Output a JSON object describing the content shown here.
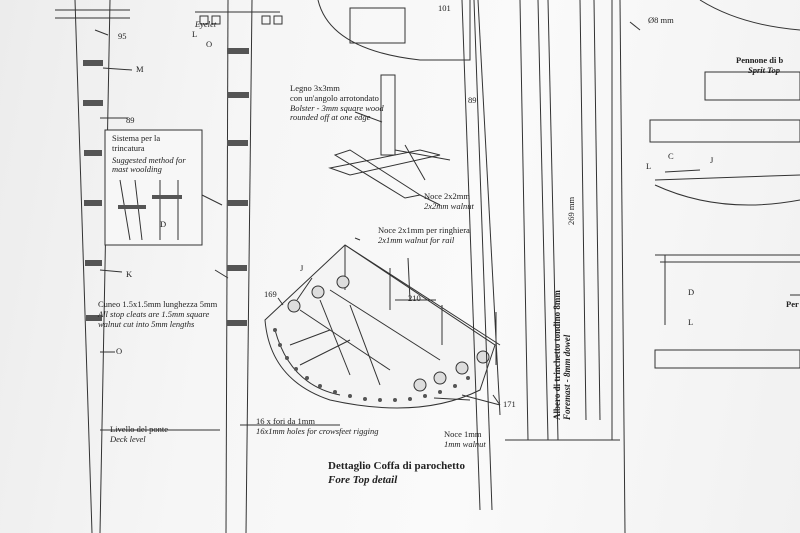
{
  "labels": {
    "num95": "95",
    "m": "M",
    "num89a": "89",
    "eyelet": "Eyelet",
    "l1": "L",
    "o1": "O",
    "num101": "101",
    "num89b": "89",
    "diameter": "Ø8 mm",
    "pennone_title": "Pennone di b",
    "sprit_top": "Sprit Top",
    "legno_it": "Legno 3x3mm",
    "legno_it2": "con un'angolo arrotondato",
    "legno_en": "Bolster - 3mm square wood",
    "legno_en2": "rounded off at one edge",
    "noce22_it": "Noce 2x2mm",
    "noce22_en": "2x2mm walnut",
    "wooldng_it": "Sistema per la",
    "wooldng_it2": "trincatura",
    "wooldng_en": "Suggested method for",
    "wooldng_en2": "mast woolding",
    "d1": "D",
    "k": "K",
    "noce21_it": "Noce 2x1mm per ringhiera",
    "noce21_en": "2x1mm walnut for rail",
    "j1": "J",
    "num169": "169",
    "num210": "210",
    "cuneo_it": "Cuneo 1.5x1.5mm lunghezza 5mm",
    "cuneo_en": "All stop cleats are 1.5mm square",
    "cuneo_en2": "walnut cut into 5mm lengths",
    "o2": "O",
    "fori_it": "16 x fori da 1mm",
    "fori_en": "16x1mm holes for crowsfeet rigging",
    "noce1_it": "Noce 1mm",
    "noce1_en": "1mm walnut",
    "num171": "171",
    "livello_it": "Livello del ponte",
    "livello_en": "Deck level",
    "dettaglio_it": "Dettaglio Coffa di parochetto",
    "dettaglio_en": "Fore Top detail",
    "mm269": "269 mm",
    "albero_it": "Albero di trinchetto tondino 8mm",
    "albero_en": "Foremast - 8mm dowel",
    "l2": "L",
    "c": "C",
    "j2": "J",
    "d2": "D",
    "l3": "L",
    "per": "Per"
  }
}
